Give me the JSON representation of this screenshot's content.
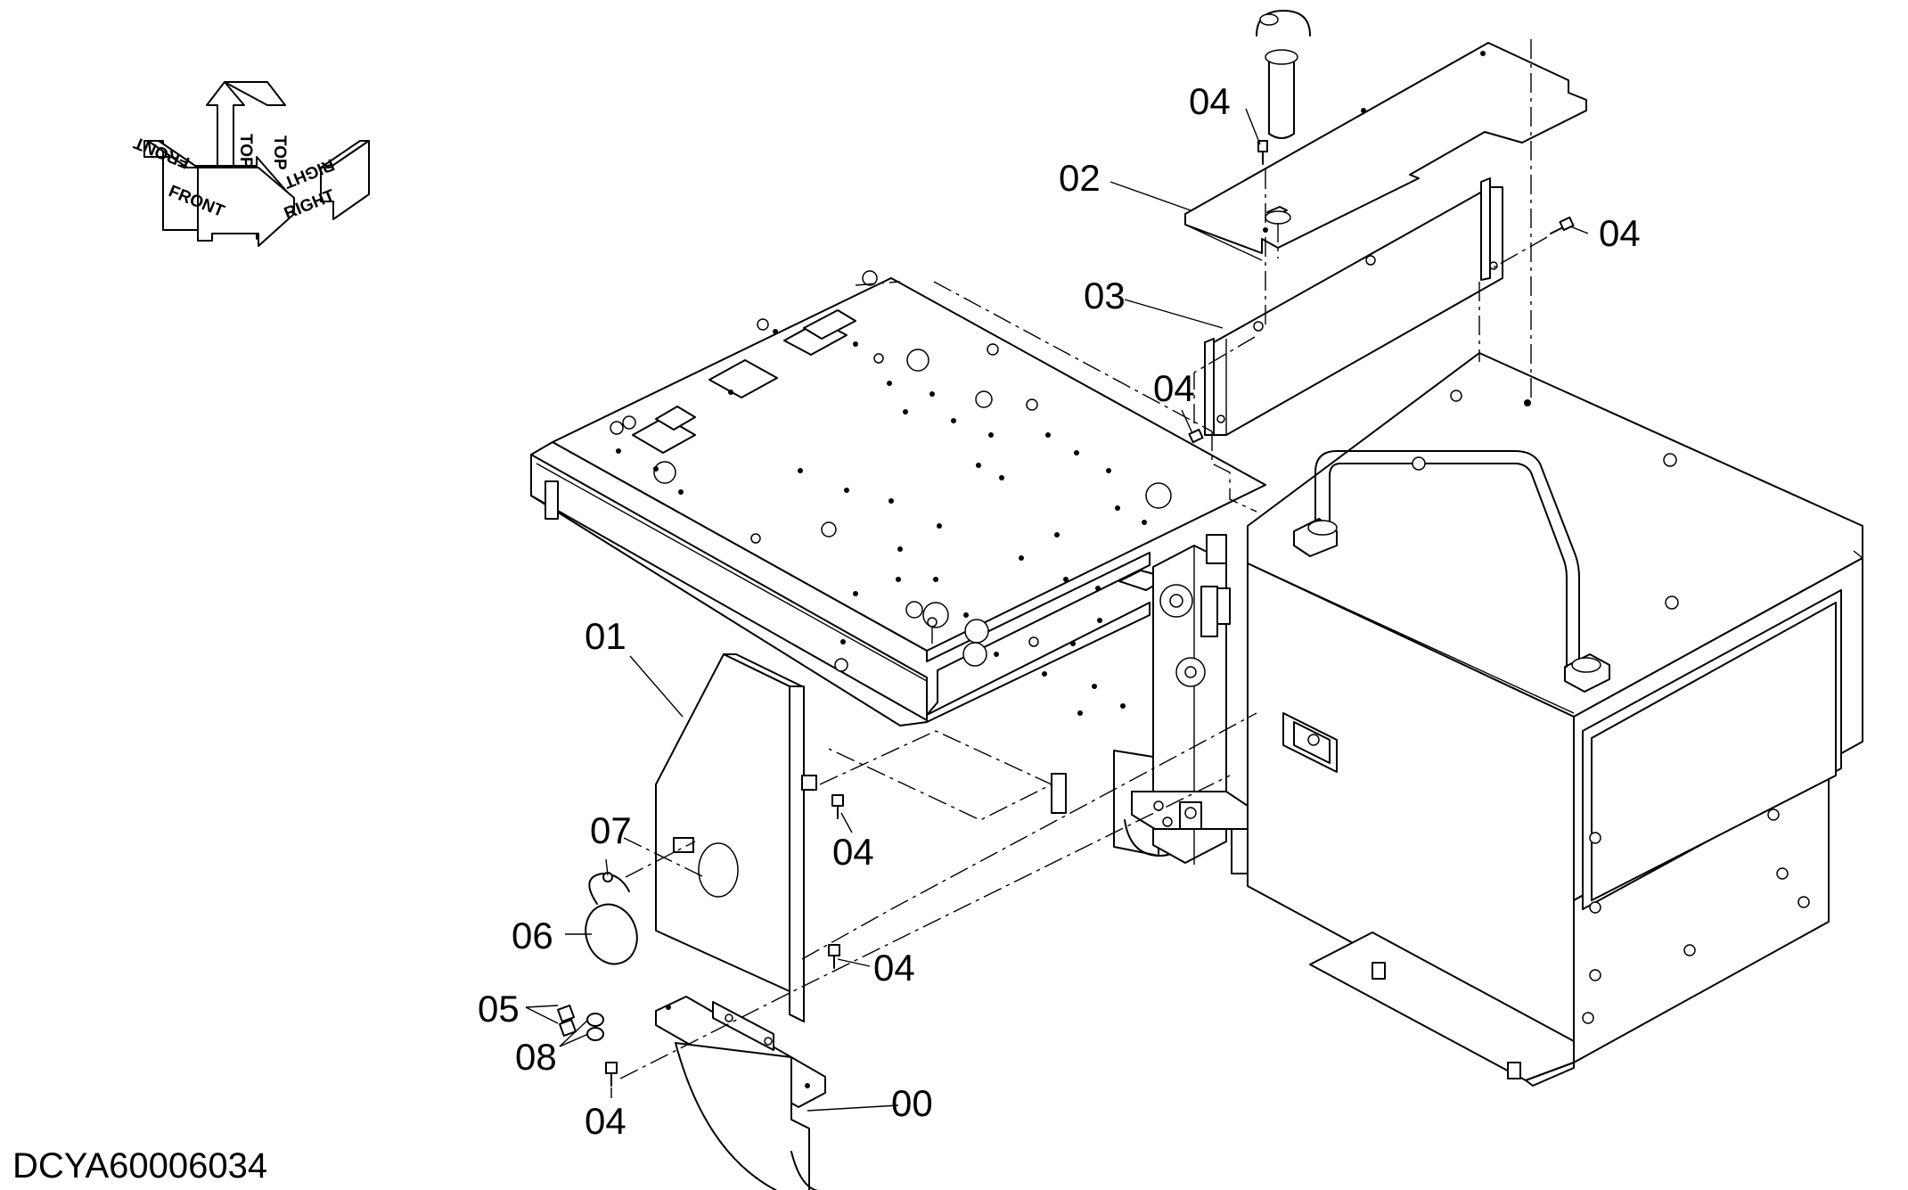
{
  "drawing_id": "DCYA60006034",
  "orientation": {
    "labels": [
      "FRONT",
      "TOP",
      "RIGHT"
    ]
  },
  "callouts": [
    {
      "text": "00"
    },
    {
      "text": "01"
    },
    {
      "text": "02"
    },
    {
      "text": "03"
    },
    {
      "text": "04"
    },
    {
      "text": "04"
    },
    {
      "text": "04"
    },
    {
      "text": "04"
    },
    {
      "text": "04"
    },
    {
      "text": "04"
    },
    {
      "text": "05"
    },
    {
      "text": "06"
    },
    {
      "text": "07"
    },
    {
      "text": "08"
    }
  ]
}
